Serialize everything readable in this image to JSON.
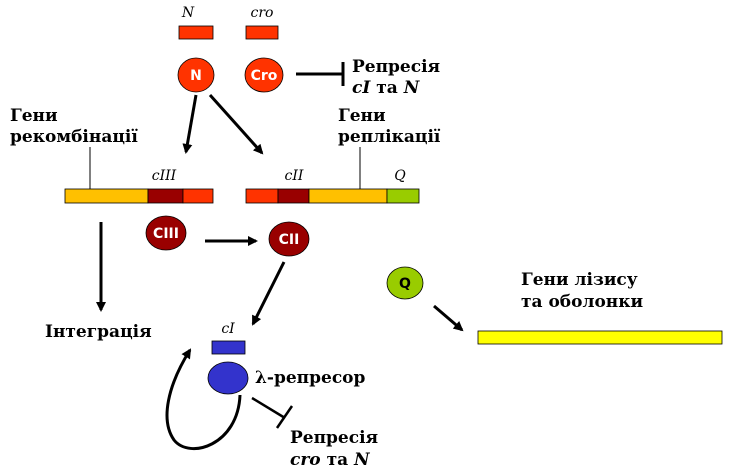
{
  "genes": {
    "n_label": "N",
    "cro_label": "cro",
    "ciii_label": "cIII",
    "cii_label": "cII",
    "q_label": "Q",
    "ci_label": "cI"
  },
  "proteins": {
    "n": "N",
    "cro": "Cro",
    "ciii": "CIII",
    "cii": "CII",
    "q": "Q"
  },
  "labels": {
    "repression_ci_line1": "Репресія",
    "repression_ci_line2": "cI та N",
    "recombination_line1": "Гени",
    "recombination_line2": "рекомбінації",
    "replication_line1": "Гени",
    "replication_line2": "реплікації",
    "lysis_line1": "Гени лізису",
    "lysis_line2": "та оболонки",
    "integration": "Інтеграція",
    "lambda_repressor": "λ-репресор",
    "repression_cro_line1": "Репресія",
    "repression_cro_line2": "cro та N"
  },
  "colors": {
    "orange_red": "#ff3300",
    "dark_red": "#990000",
    "yellow_orange": "#ffc000",
    "green": "#99cc00",
    "yellow": "#ffff00",
    "blue": "#3333cc"
  }
}
